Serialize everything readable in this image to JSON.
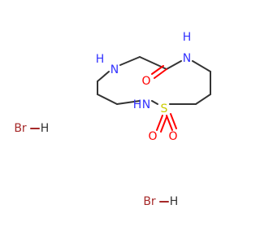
{
  "structure": {
    "atoms": {
      "n_top": "N",
      "h_top": "H",
      "n_left": "N",
      "h_left": "H",
      "n_sulfonamide": "N",
      "h_sulfonamide": "H",
      "s": "S",
      "o_carbonyl": "O",
      "o_sulfonyl_left": "O",
      "o_sulfonyl_right": "O"
    },
    "salts": [
      {
        "br": "Br",
        "h": "H"
      },
      {
        "br": "Br",
        "h": "H"
      }
    ]
  },
  "colors": {
    "carbon": "#333333",
    "nitrogen": "#3333ff",
    "oxygen": "#ff0000",
    "sulfur": "#cccc00",
    "bromine": "#a62929",
    "hydrogen": "#333333"
  }
}
